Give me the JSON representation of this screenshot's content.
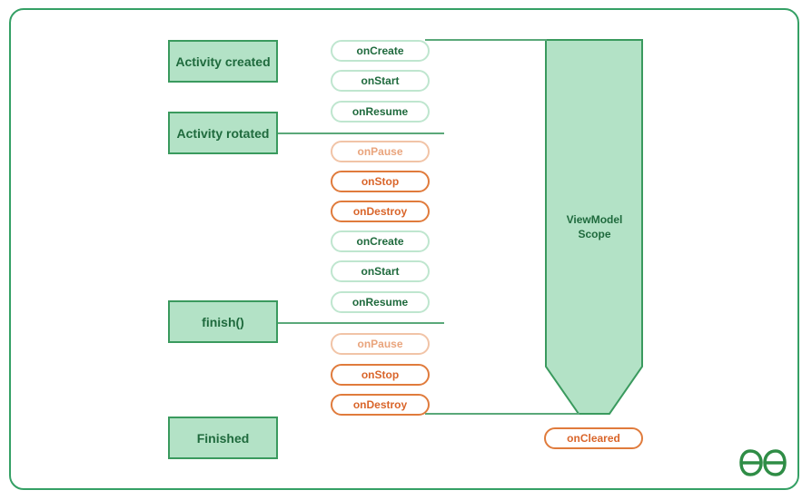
{
  "states": {
    "created": "Activity created",
    "rotated": "Activity rotated",
    "finish": "finish()",
    "finished": "Finished"
  },
  "lifecycle": [
    "onCreate",
    "onStart",
    "onResume",
    "onPause",
    "onStop",
    "onDestroy",
    "onCreate",
    "onStart",
    "onResume",
    "onPause",
    "onStop",
    "onDestroy"
  ],
  "scope": {
    "label": "ViewModel\nScope",
    "cleared": "onCleared"
  },
  "logo": {
    "name": "geeksforgeeks-logo",
    "color": "#2f8d46"
  },
  "colors": {
    "green_fill": "#b3e2c6",
    "green_border": "#3a9a5e",
    "orange": "#e07b3c"
  }
}
